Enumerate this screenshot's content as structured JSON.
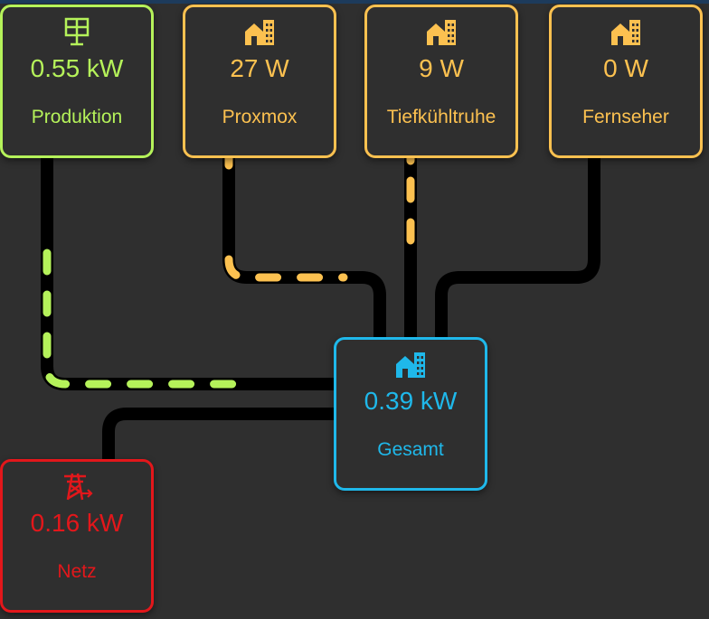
{
  "colors": {
    "production": "#b5f25a",
    "consumer": "#fcc150",
    "total": "#1fb8ea",
    "grid": "#e3171b",
    "line": "#000000",
    "background": "#2f2f2f"
  },
  "production": {
    "value": "0.55 kW",
    "label": "Produktion",
    "icon": "solar-panel-icon"
  },
  "consumers": [
    {
      "value": "27 W",
      "label": "Proxmox",
      "icon": "home-city-icon"
    },
    {
      "value": "9 W",
      "label": "Tiefkühltruhe",
      "icon": "home-city-icon"
    },
    {
      "value": "0 W",
      "label": "Fernseher",
      "icon": "home-city-icon"
    }
  ],
  "total": {
    "value": "0.39 kW",
    "label": "Gesamt",
    "icon": "home-city-icon"
  },
  "grid": {
    "value": "0.16 kW",
    "label": "Netz",
    "icon": "transmission-tower-icon"
  }
}
